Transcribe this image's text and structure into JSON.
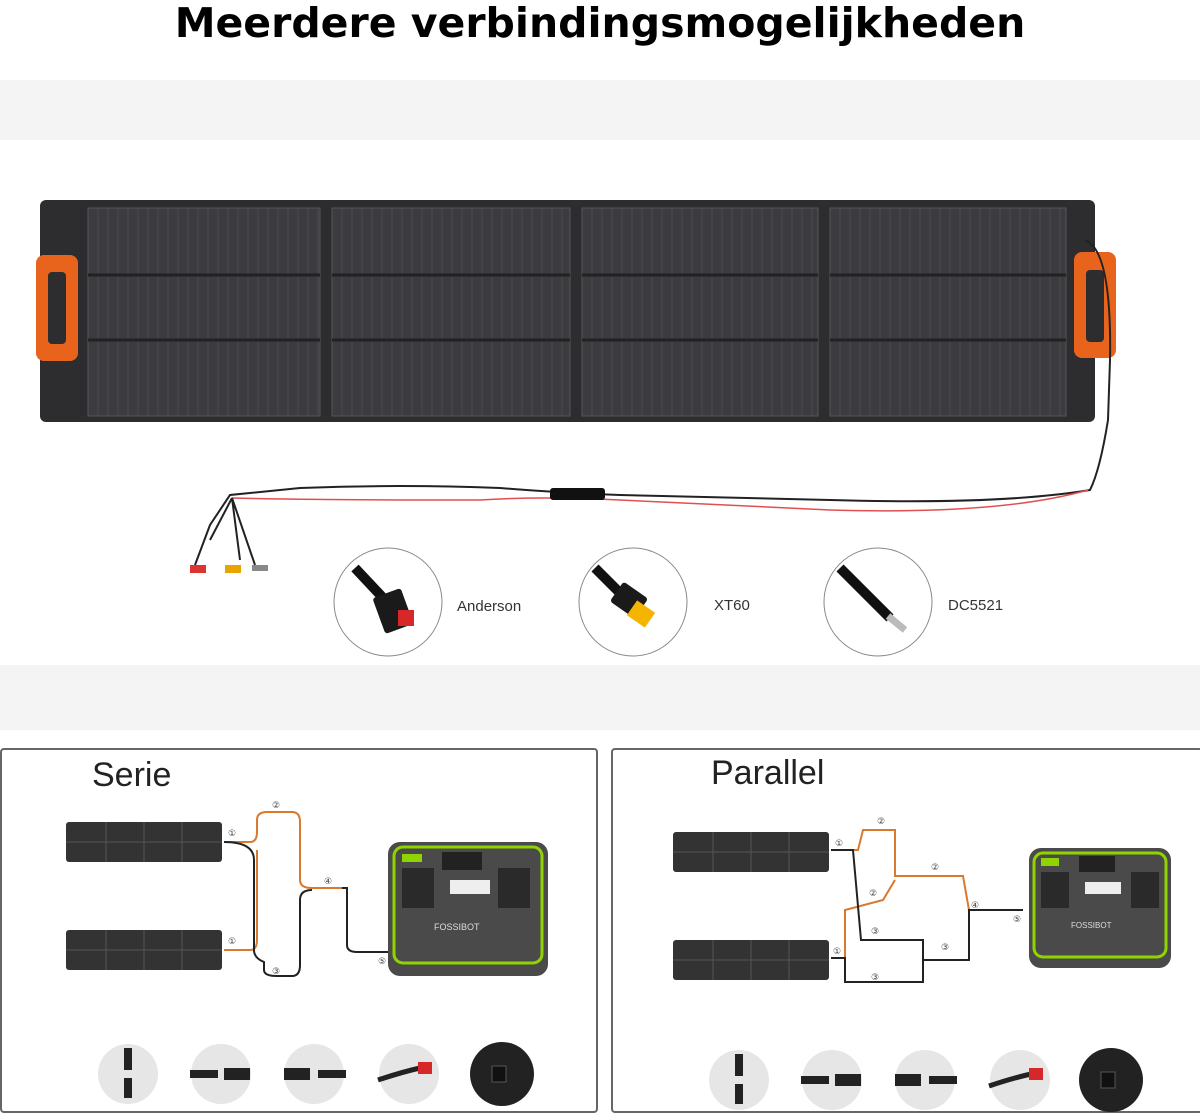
{
  "header": {
    "title": "Meerdere verbindingsmogelijkheden"
  },
  "connectors": [
    {
      "label": "Anderson",
      "icon": "anderson-connector-icon",
      "color": "#d62828"
    },
    {
      "label": "XT60",
      "icon": "xt60-connector-icon",
      "color": "#f5b400"
    },
    {
      "label": "DC5521",
      "icon": "dc5521-connector-icon",
      "color": "#bbbbbb"
    }
  ],
  "diagrams": {
    "series": {
      "title": "Serie",
      "markers": [
        "①",
        "②",
        "④",
        "①",
        "③",
        "⑤"
      ]
    },
    "parallel": {
      "title": "Parallel",
      "markers": [
        "①",
        "②",
        "②",
        "②",
        "③",
        "③",
        "③",
        "④",
        "⑤",
        "①"
      ]
    },
    "brand": "FOSSIBOT"
  },
  "colors": {
    "handle": "#e8641c",
    "panel": "#2d2d2f",
    "station_accent": "#8fd400",
    "cable_red": "#e05050",
    "cable_orange": "#d9782f"
  }
}
